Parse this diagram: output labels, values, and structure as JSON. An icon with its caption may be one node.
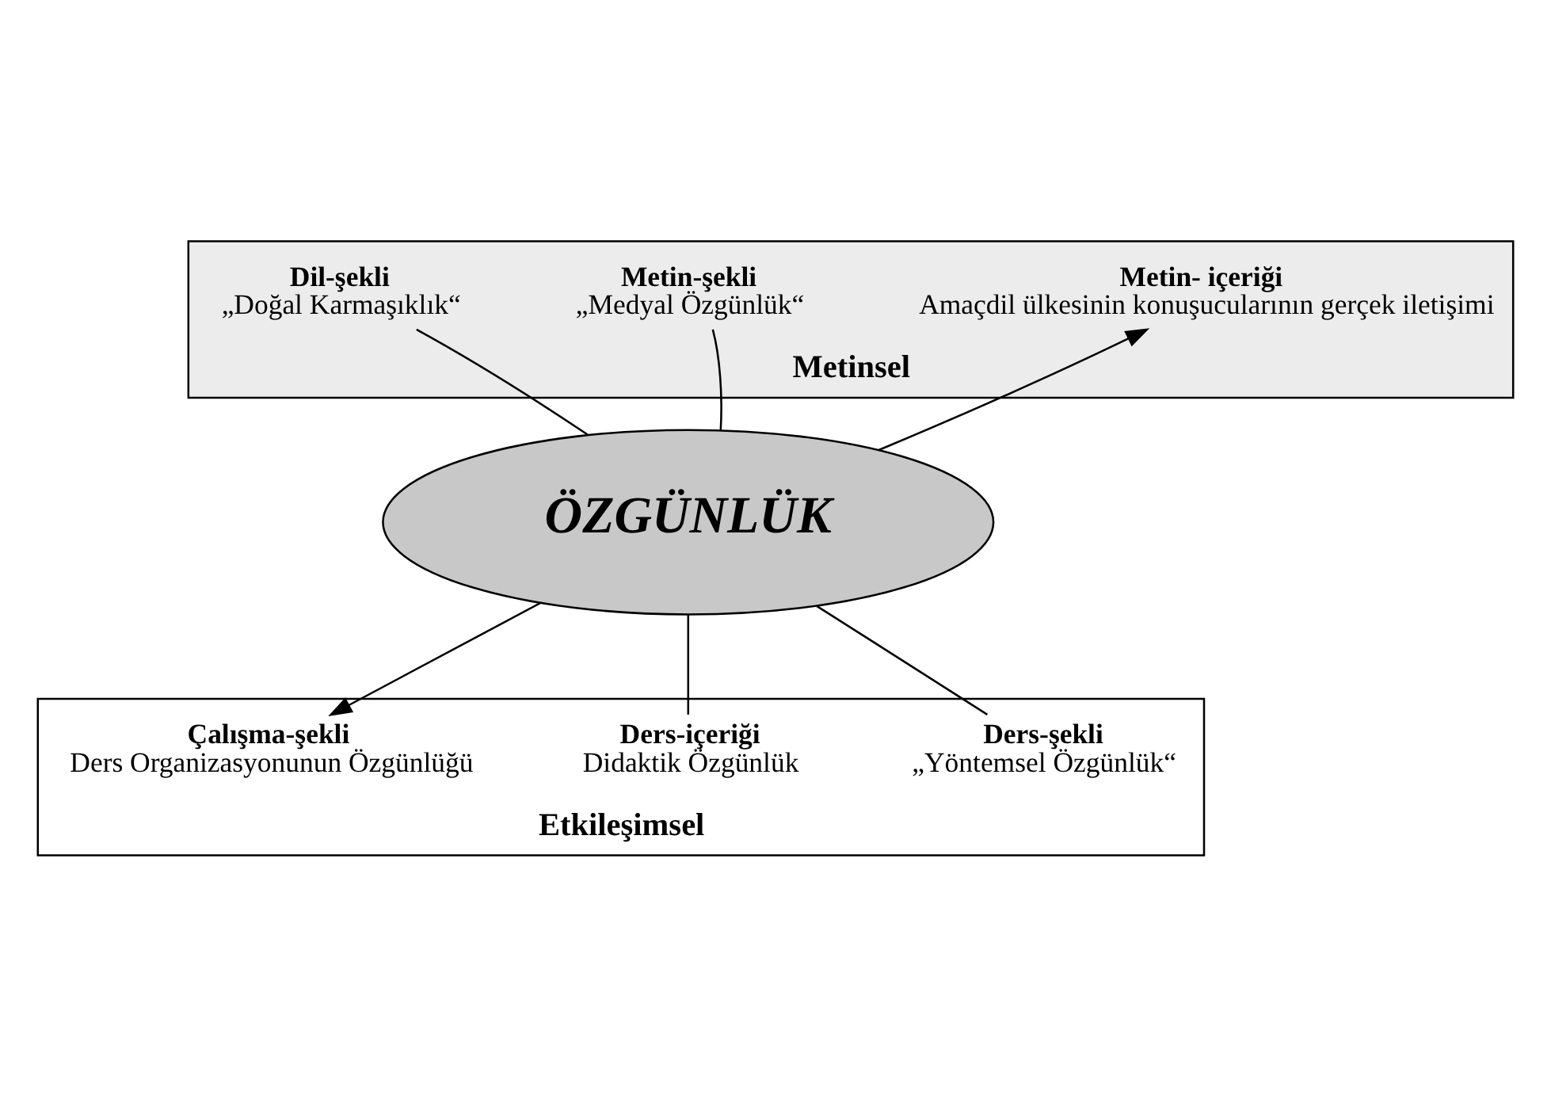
{
  "diagram": {
    "nodes": [
      {
        "text": [
          "Metinsel"
        ]
      },
      {
        "text": [
          "Etkileşimsel"
        ]
      },
      {
        "text": [
          "ÖZGÜNLÜK"
        ]
      },
      {
        "text": [
          "Metin- içeriği",
          "Amaçdil ülkesinin konuşucularının gerçek iletişimi"
        ],
        "in": 0
      },
      {
        "text": [
          "Metin-şekli",
          "„Medyal Özgünlük“"
        ],
        "in": 0
      },
      {
        "text": [
          "Dil-şekli",
          "„Doğal Karmaşıklık“"
        ],
        "in": 0
      },
      {
        "text": [
          "Ders-şekli",
          "„Yöntemsel Özgünlük“"
        ],
        "in": 1
      },
      {
        "text": [
          "Ders-içeriği",
          "Didaktik Özgünlük"
        ],
        "in": 1
      },
      {
        "text": [
          "Çalışma-şekli",
          "Ders Organizasyonunun Özgünlüğü"
        ],
        "in": 1
      }
    ],
    "edges": [
      {
        "from": 2,
        "to": 4,
        "arrow": "none"
      },
      {
        "from": 2,
        "to": 3,
        "arrow": "to"
      },
      {
        "from": 2,
        "to": 5,
        "arrow": "none"
      },
      {
        "from": 2,
        "to": 6,
        "arrow": "none"
      },
      {
        "from": 2,
        "to": 8,
        "arrow": "to"
      },
      {
        "from": 2,
        "to": 7,
        "arrow": "none"
      }
    ]
  }
}
